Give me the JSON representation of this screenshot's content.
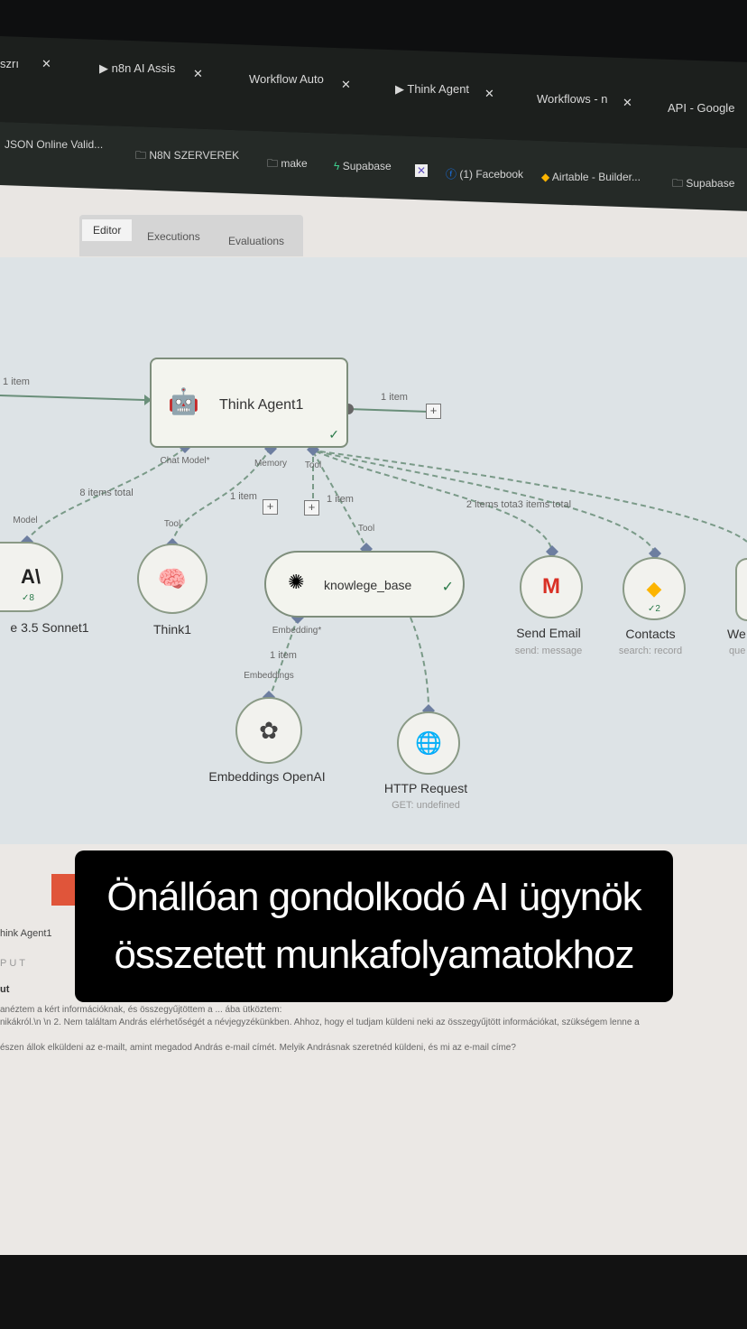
{
  "browser": {
    "tabs": [
      {
        "label": "szrı"
      },
      {
        "label": "▶ n8n AI Assis"
      },
      {
        "label": "Workflow Auto"
      },
      {
        "label": "▶ Think Agent"
      },
      {
        "label": "Workflows - n"
      },
      {
        "label": "API - Google"
      }
    ],
    "bookmarks": [
      "JSON Online Valid...",
      "N8N SZERVEREK",
      "make",
      "Supabase",
      "(1) Facebook",
      "Airtable - Builder...",
      "Supabase"
    ]
  },
  "editor_tabs": [
    "Editor",
    "Executions",
    "Evaluations"
  ],
  "canvas": {
    "agent": {
      "title": "Think Agent1",
      "input_count": "1 item",
      "output_count": "1 item",
      "ports": [
        "Chat Model*",
        "Memory",
        "Tool"
      ]
    },
    "edge_labels": {
      "model_total": "8 items total",
      "memory_items": "1 item",
      "tool_items": "1 item",
      "tool_totals": "2 items tota3 items total",
      "embedding_items": "1 item"
    },
    "nodes": [
      {
        "name": "e 3.5 Sonnet1",
        "port": "Model",
        "badge": "8",
        "icon": "anthropic-icon"
      },
      {
        "name": "Think1",
        "port": "Tool",
        "icon": "brain-icon"
      },
      {
        "name": "knowlege_base",
        "port": "Tool",
        "sub_port": "Embedding*",
        "icon": "vector-store-icon"
      },
      {
        "name": "Send Email",
        "subtitle": "send: message",
        "icon": "gmail-icon"
      },
      {
        "name": "Contacts",
        "subtitle": "search: record",
        "badge": "2",
        "icon": "airtable-icon"
      },
      {
        "name": "We",
        "subtitle": "que"
      },
      {
        "name": "Embeddings OpenAI",
        "port": "Embeddings",
        "icon": "openai-icon"
      },
      {
        "name": "HTTP Request",
        "subtitle": "GET: undefined",
        "icon": "globe-icon"
      }
    ]
  },
  "output_panel": {
    "node": "hink Agent1",
    "section": "PUT",
    "field": "ut",
    "lines": [
      "anéztem a kért információknak, és összegyűjtöttem a ...  ába ütköztem:",
      "nikákról.\\n \\n 2. Nem találtam András elérhetőségét a névjegyzékünkben. Ahhoz, hogy el tudjam küldeni neki az összegyűjtött információkat, szükségem lenne a",
      "észen állok elküldeni az e-mailt, amint megadod András e-mail címét. Melyik Andrásnak szeretnéd küldeni, és mi az e-mail címe?"
    ]
  },
  "caption": {
    "line1": "Önállóan gondolkodó AI ügynök",
    "line2": "összetett munkafolyamatokhoz"
  }
}
